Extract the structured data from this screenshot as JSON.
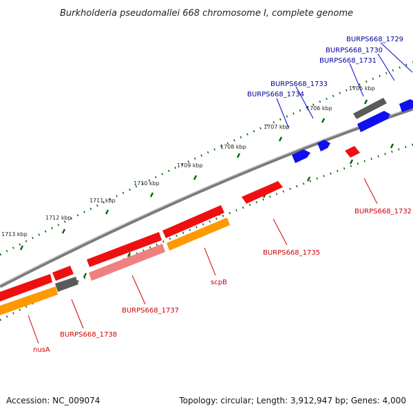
{
  "title": "Burkholderia pseudomallei 668 chromosome I, complete genome",
  "footer": {
    "accession": "Accession: NC_009074",
    "summary": "Topology: circular; Length: 3,912,947 bp; Genes: 4,000"
  },
  "ticks": [
    "1705 kbp",
    "1706 kbp",
    "1707 kbp",
    "1708 kbp",
    "1709 kbp",
    "1710 kbp",
    "1711 kbp",
    "1712 kbp",
    "1713 kbp"
  ],
  "labels": {
    "b1729": "BURPS668_1729",
    "b1730": "BURPS668_1730",
    "b1731": "BURPS668_1731",
    "b1733": "BURPS668_1733",
    "b1734": "BURPS668_1734",
    "b1732": "BURPS668_1732",
    "b1735": "BURPS668_1735",
    "scpB": "scpB",
    "b1737": "BURPS668_1737",
    "b1738": "BURPS668_1738",
    "nusA": "nusA"
  },
  "colors": {
    "forward_cds": "#0000ee",
    "reverse_cds": "#ee0000",
    "gene_gray": "#666666",
    "rna_orange": "#ff9900",
    "pink": "#f08080",
    "backbone": "#888888",
    "tick_green": "#006600",
    "label_blue": "#000099",
    "label_red": "#cc0000"
  }
}
